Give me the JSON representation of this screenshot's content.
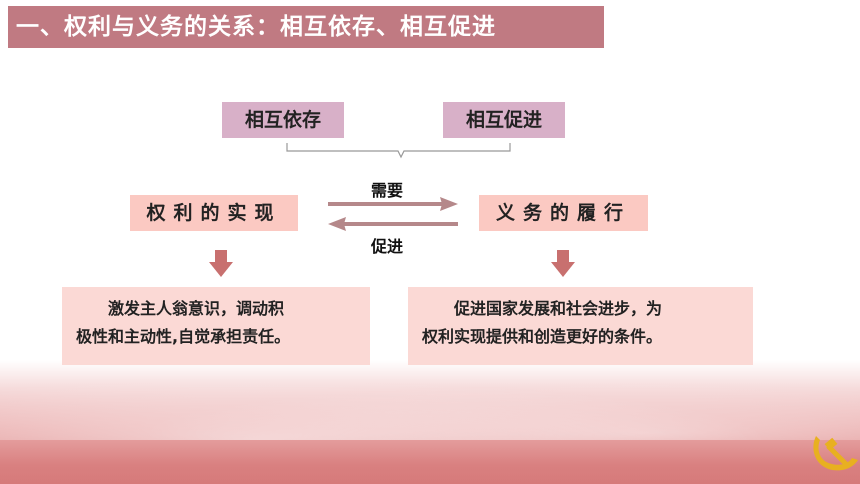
{
  "title": "一、权利与义务的关系：相互依存、相互促进",
  "tags": {
    "left": "相互依存",
    "right": "相互促进"
  },
  "nodes": {
    "left": "权利的实现",
    "right": "义务的履行"
  },
  "arrows": {
    "top_label": "需要",
    "bottom_label": "促进"
  },
  "descriptions": {
    "left": {
      "line1": "激发主人翁意识，调动积",
      "line2": "极性和主动性,自觉承担责任。"
    },
    "right": {
      "line1": "促进国家发展和社会进步，为",
      "line2": "权利实现提供和创造更好的条件。"
    }
  },
  "icons": {
    "emblem": "party-emblem-icon"
  },
  "colors": {
    "title_bg": "#c07a82",
    "tag_bg": "#d8b0c8",
    "node_bg": "#fbc9c2",
    "desc_bg": "#fbd9d5",
    "arrow": "#b5888a",
    "down_arrow": "#c8706f"
  }
}
